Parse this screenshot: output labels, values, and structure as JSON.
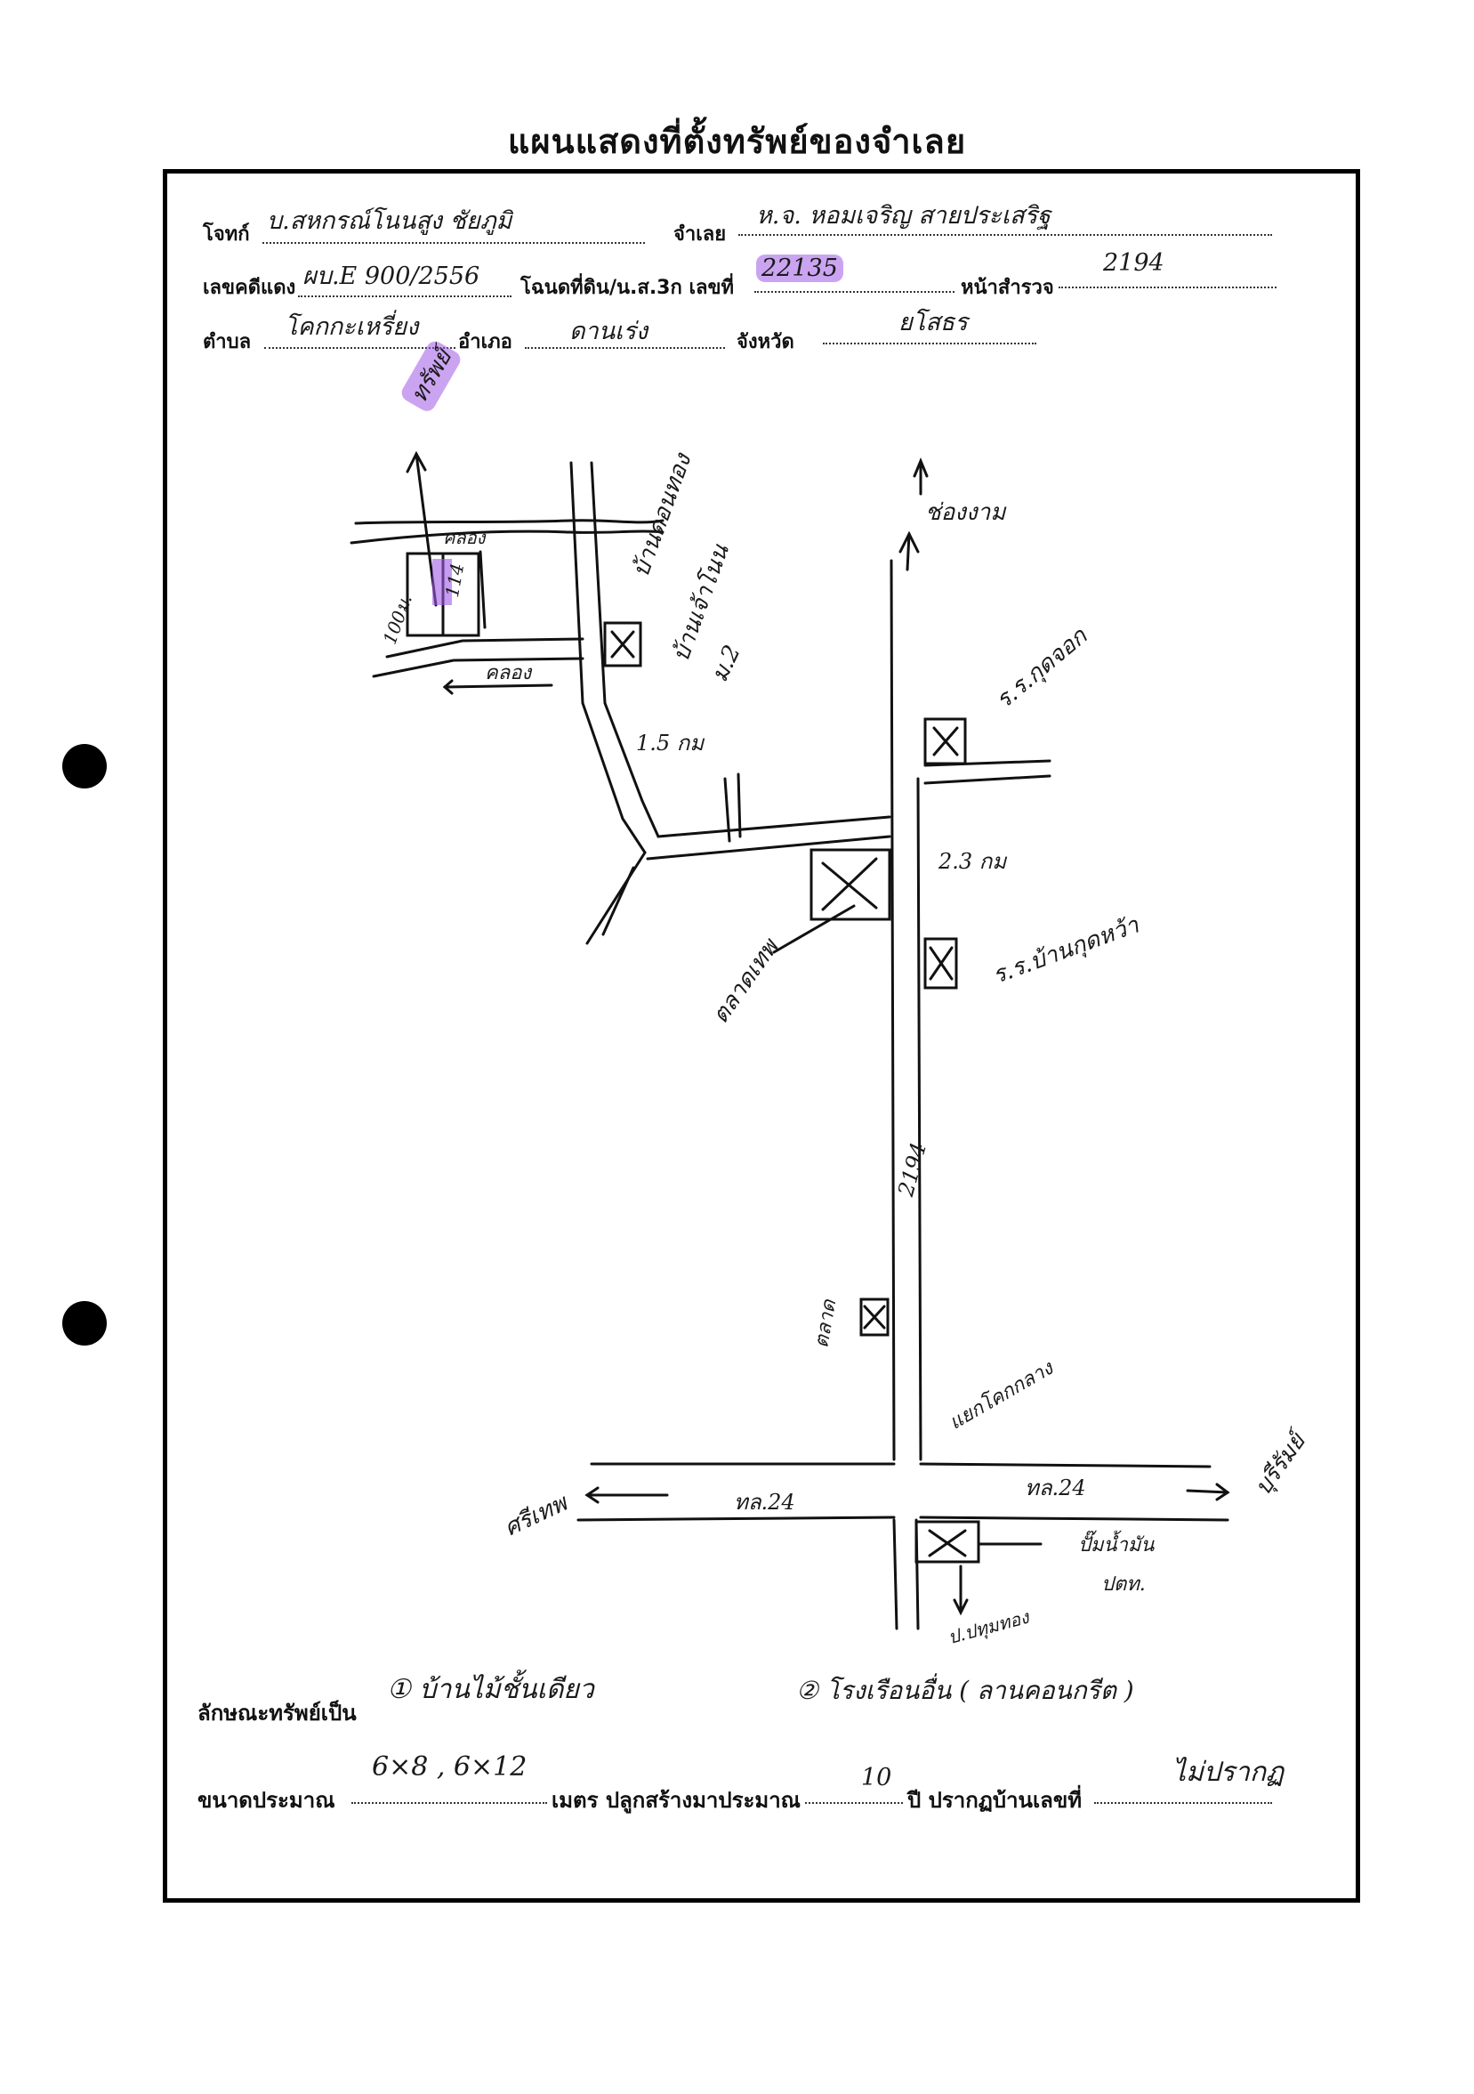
{
  "document": {
    "title": "แผนแสดงที่ตั้งทรัพย์ของจำเลย"
  },
  "header": {
    "plaintiff_label": "โจทก์",
    "plaintiff_value": "บ.สหกรณ์โนนสูง ชัยภูมิ",
    "defendant_label": "จำเลย",
    "defendant_value": "ห.จ. หอมเจริญ สายประเสริฐ",
    "case_no_label": "เลขคดีแดง",
    "case_no_value": "ผบ.E 900/2556",
    "deed_label": "โฉนดที่ดิน/น.ส.3ก เลขที่",
    "deed_value": "22135",
    "survey_label": "หน้าสำรวจ",
    "survey_value": "2194",
    "subdistrict_label": "ตำบล",
    "subdistrict_value": "โคกกะเหรี่ยง",
    "district_label": "อำเภอ",
    "district_value": "ดานเร่ง",
    "province_label": "จังหวัด",
    "province_value": "ยโสธร"
  },
  "map": {
    "north_label": "ทรัพย์",
    "plot_label": "114",
    "plot_width": "100ม.",
    "canal_top": "คลอง",
    "canal_bottom": "คลอง",
    "school_label": "บ้านดอนทอง",
    "school_sub": "บ้านเจ้าโนน",
    "moo_label": "ม.2",
    "dist_1": "1.5 กม",
    "dist_2": "2.3 กม",
    "to_north": "ช่องงาม",
    "sign_1": "ร.ร.กุดจอก",
    "sign_2": "ร.ร.บ้านกุดหว้า",
    "temple_label": "ตลาดเทพ",
    "road_main": "2194",
    "market_label": "ตลาด",
    "junction_label": "แยกโคกกลาง",
    "road_24_left": "ทล.24",
    "road_24_right": "ทล.24",
    "to_left": "ศรีเทพ",
    "to_right": "บุรีรัมย์",
    "gas_label": "ปั๊มน้ำมัน",
    "gas_sub": "ปตท.",
    "bottom_label": "ป.ปทุมทอง"
  },
  "footer": {
    "property_label": "ลักษณะทรัพย์เป็น",
    "property_value_1": "① บ้านไม้ชั้นเดียว",
    "property_value_2": "② โรงเรือนอื่น ( ลานคอนกรีต )",
    "size_label": "ขนาดประมาณ",
    "size_value": "6×8 , 6×12",
    "size_unit": "เมตร ปลูกสร้างมาประมาณ",
    "age_value": "10",
    "house_label": "ปี ปรากฏบ้านเลขที่",
    "house_value": "ไม่ปรากฏ"
  },
  "colors": {
    "ink": "#111111",
    "highlight": "#a05ae6"
  }
}
